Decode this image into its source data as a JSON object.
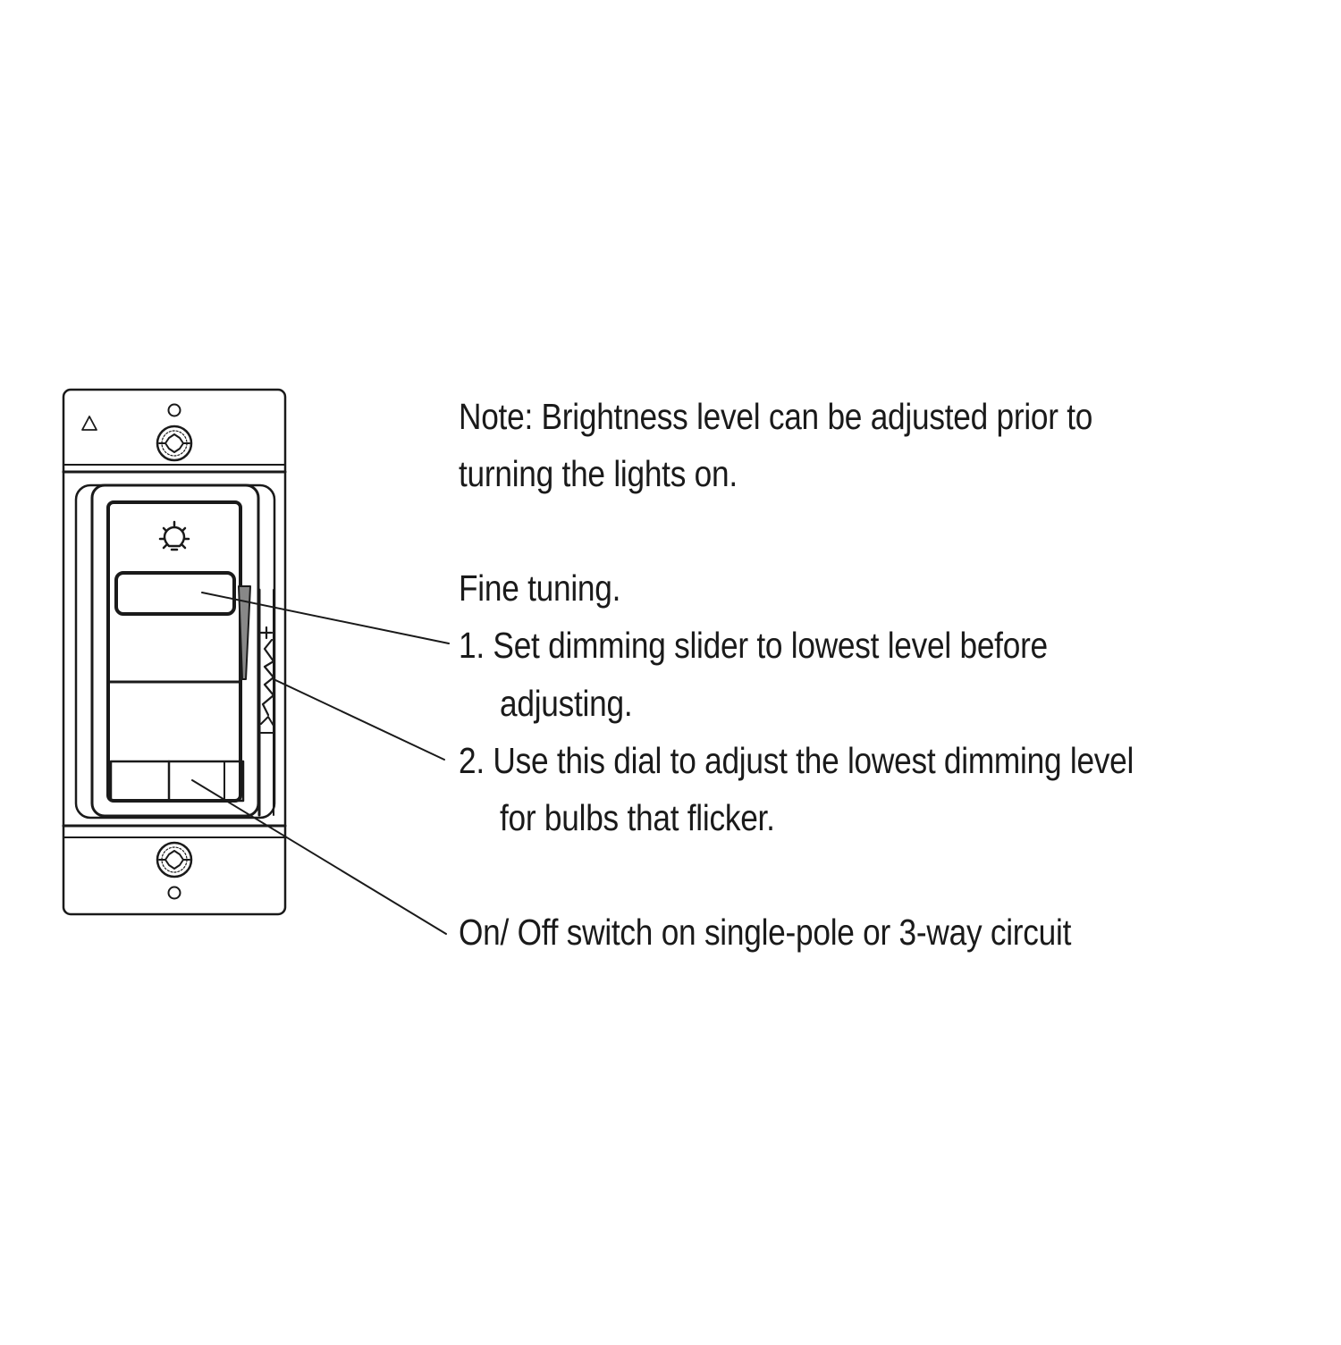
{
  "device": {
    "name": "Dimmer switch with wall plate",
    "warning_symbol": "△",
    "light_icon": "sun-bulb",
    "dial_plus_label": "+"
  },
  "notes": {
    "note_line1": "Note: Brightness level can be adjusted prior to",
    "note_line2": "turning the lights on.",
    "fine_tuning_heading": "Fine tuning.",
    "step1_line1": "1. Set dimming slider to lowest level before",
    "step1_line2": "adjusting.",
    "step2_line1": "2. Use this dial to adjust the lowest dimming level",
    "step2_line2": "for bulbs that flicker.",
    "switch_label": "On/ Off switch on single-pole or 3-way circuit"
  },
  "colors": {
    "line": "#1a1a1a",
    "background": "#ffffff"
  }
}
